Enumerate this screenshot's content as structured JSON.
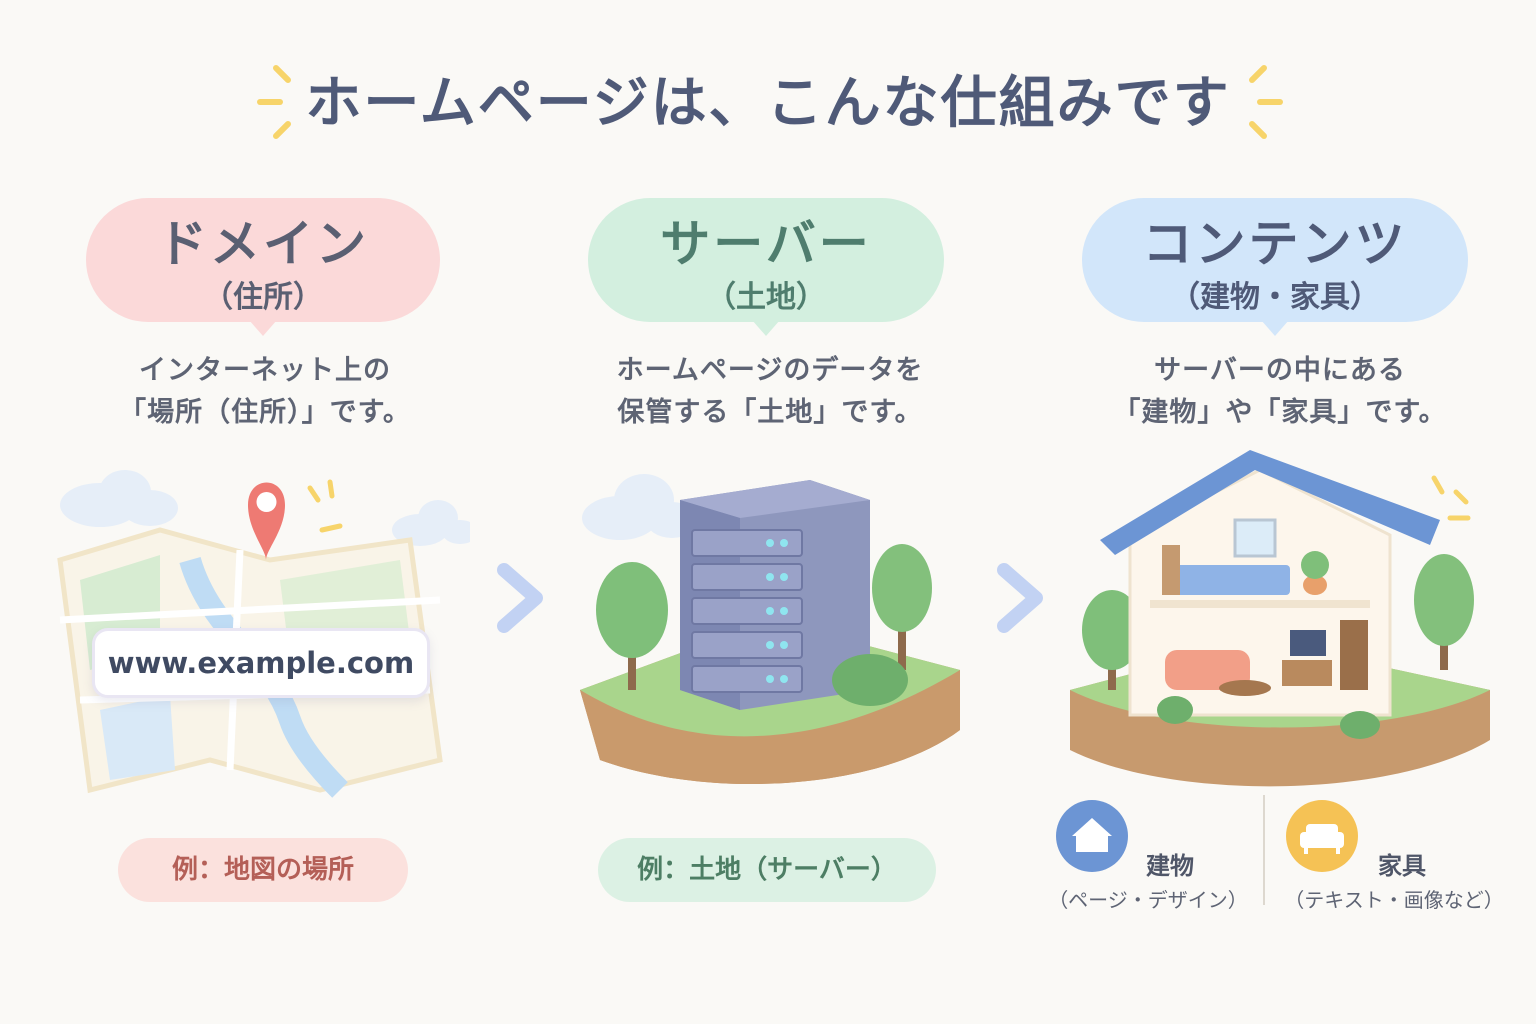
{
  "title": "ホームページは、こんな仕組みです",
  "columns": [
    {
      "heading": "ドメイン",
      "subheading": "（住所）",
      "description": [
        "インターネット上の",
        "「場所（住所）」です。"
      ],
      "example": "例：地図の場所",
      "url": "www.example.com",
      "color": "#fbd9d9"
    },
    {
      "heading": "サーバー",
      "subheading": "（土地）",
      "description": [
        "ホームページのデータを",
        "保管する「土地」です。"
      ],
      "example": "例：土地（サーバー）",
      "color": "#d3efdf"
    },
    {
      "heading": "コンテンツ",
      "subheading": "（建物・家具）",
      "description": [
        "サーバーの中にある",
        "「建物」や「家具」です。"
      ],
      "color": "#d2e6fa"
    }
  ],
  "legend": [
    {
      "label": "建物",
      "sub": "（ページ・デザイン）",
      "icon": "house-icon",
      "color": "#6c95d4"
    },
    {
      "label": "家具",
      "sub": "（テキスト・画像など）",
      "icon": "sofa-icon",
      "color": "#f5c255"
    }
  ]
}
